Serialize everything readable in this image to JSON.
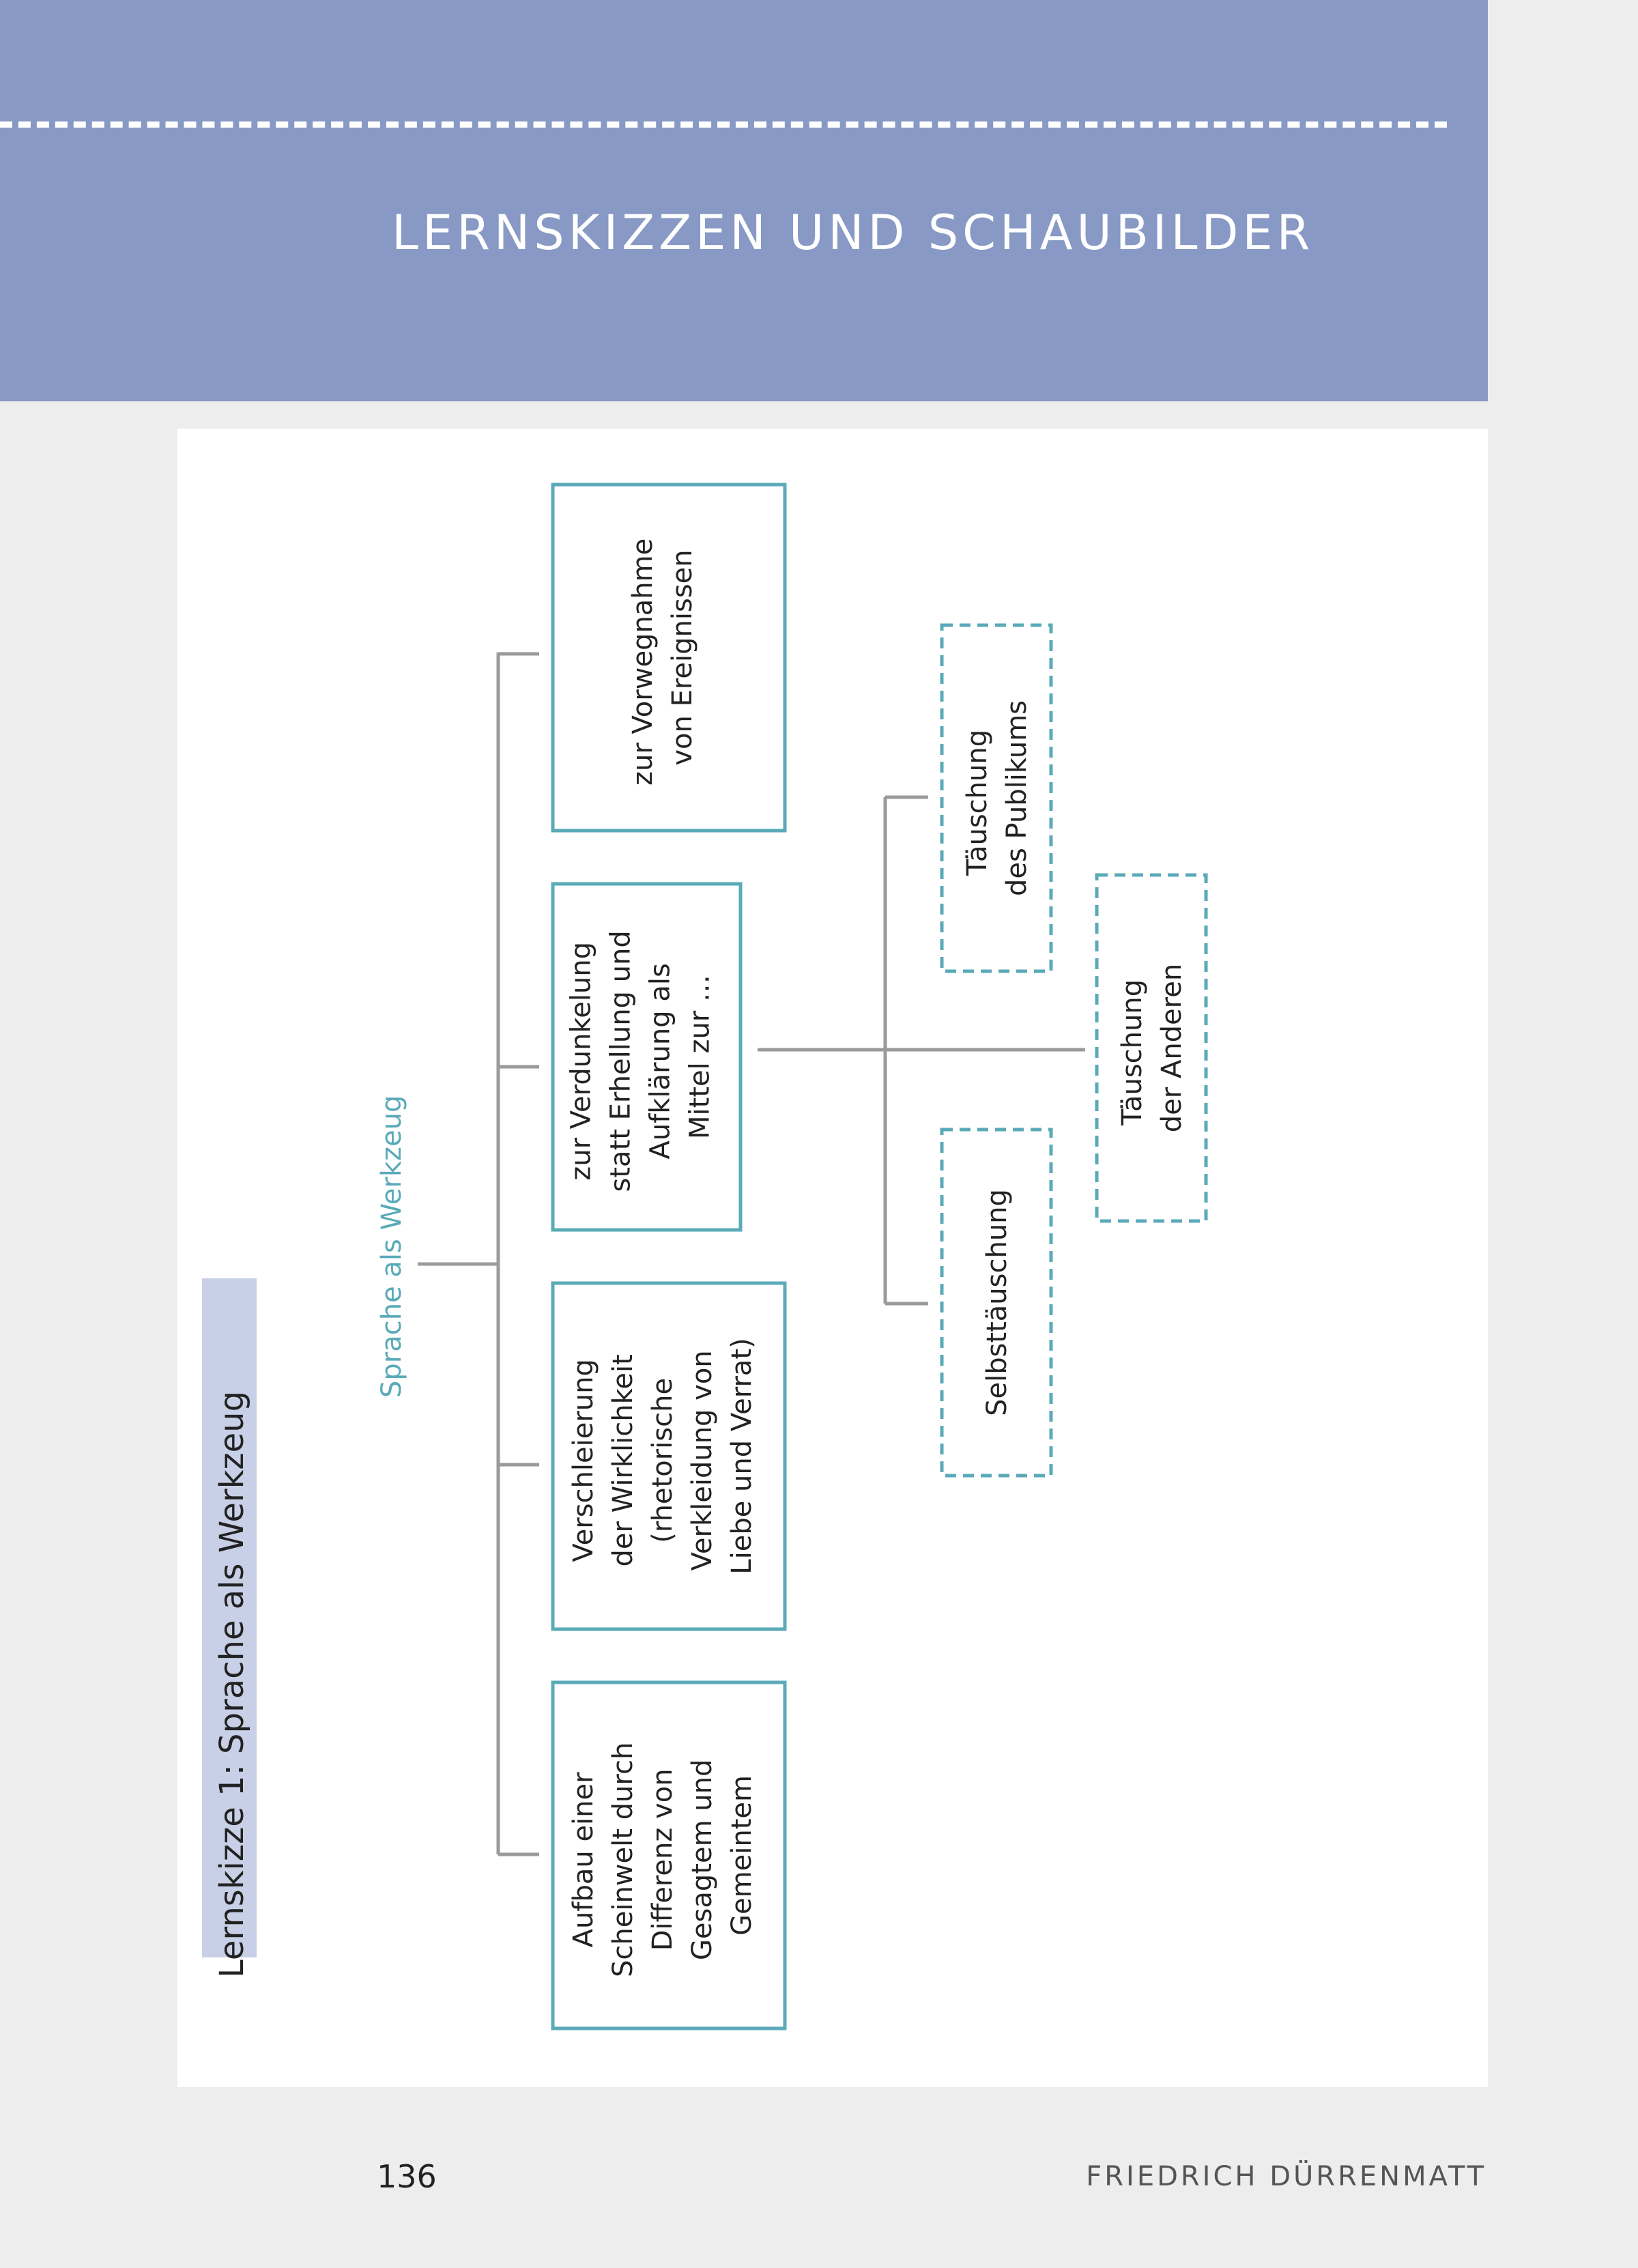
{
  "header": {
    "title": "LERNSKIZZEN UND SCHAUBILDER"
  },
  "diagram": {
    "heading": "Lernskizze 1: Sprache als Werkzeug",
    "root": "Sprache als Werkzeug",
    "branches": [
      [
        "Aufbau einer",
        "Scheinwelt durch",
        "Differenz von",
        "Gesagtem und",
        "Gemeintem"
      ],
      [
        "Verschleierung",
        "der Wirklichkeit",
        "(rhetorische",
        "Verkleidung von",
        "Liebe und Verrat)"
      ],
      [
        "zur Verdunkelung",
        "statt Erhellung und",
        "Aufklärung als",
        "Mittel zur …"
      ],
      [
        "zur Vorwegnahme",
        "von Ereignissen"
      ]
    ],
    "sub_branches": [
      [
        "Selbsttäuschung"
      ],
      [
        "Täuschung",
        "des Publikums"
      ],
      [
        "Täuschung",
        "der Anderen"
      ]
    ]
  },
  "footer": {
    "page_number": "136",
    "author": "FRIEDRICH DÜRRENMATT"
  },
  "colors": {
    "header": "#8799c4",
    "teal": "#5aaab8",
    "heading_band": "#c7d0e6",
    "connector": "#9a9a9a"
  }
}
